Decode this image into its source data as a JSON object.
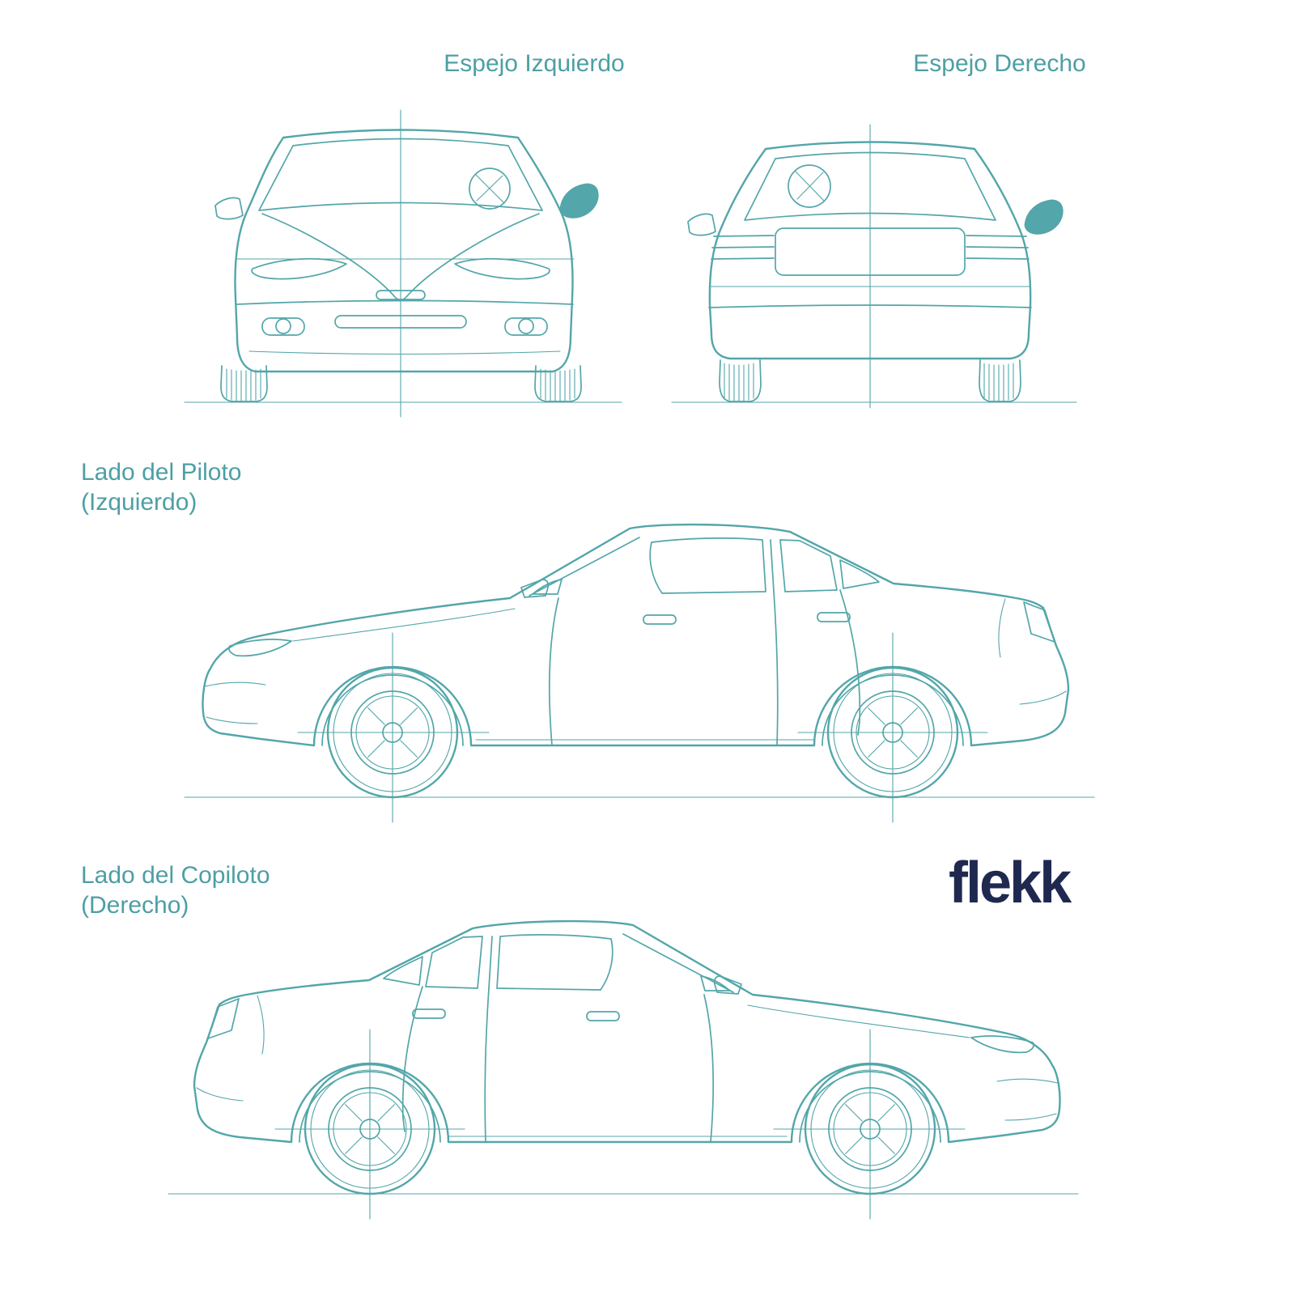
{
  "diagram": {
    "labels": {
      "front_view_caption": "Espejo Izquierdo",
      "rear_view_caption": "Espejo Derecho",
      "driver_side_line1": "Lado del Piloto",
      "driver_side_line2": "(Izquierdo)",
      "passenger_side_line1": "Lado del Copiloto",
      "passenger_side_line2": "(Derecho)"
    },
    "brand": "flekk",
    "colors": {
      "line": "#53a6a9",
      "label_text": "#4d9fa4",
      "logo": "#1f2950",
      "mirror_highlight": "#53a6a9",
      "background": "#ffffff"
    }
  }
}
